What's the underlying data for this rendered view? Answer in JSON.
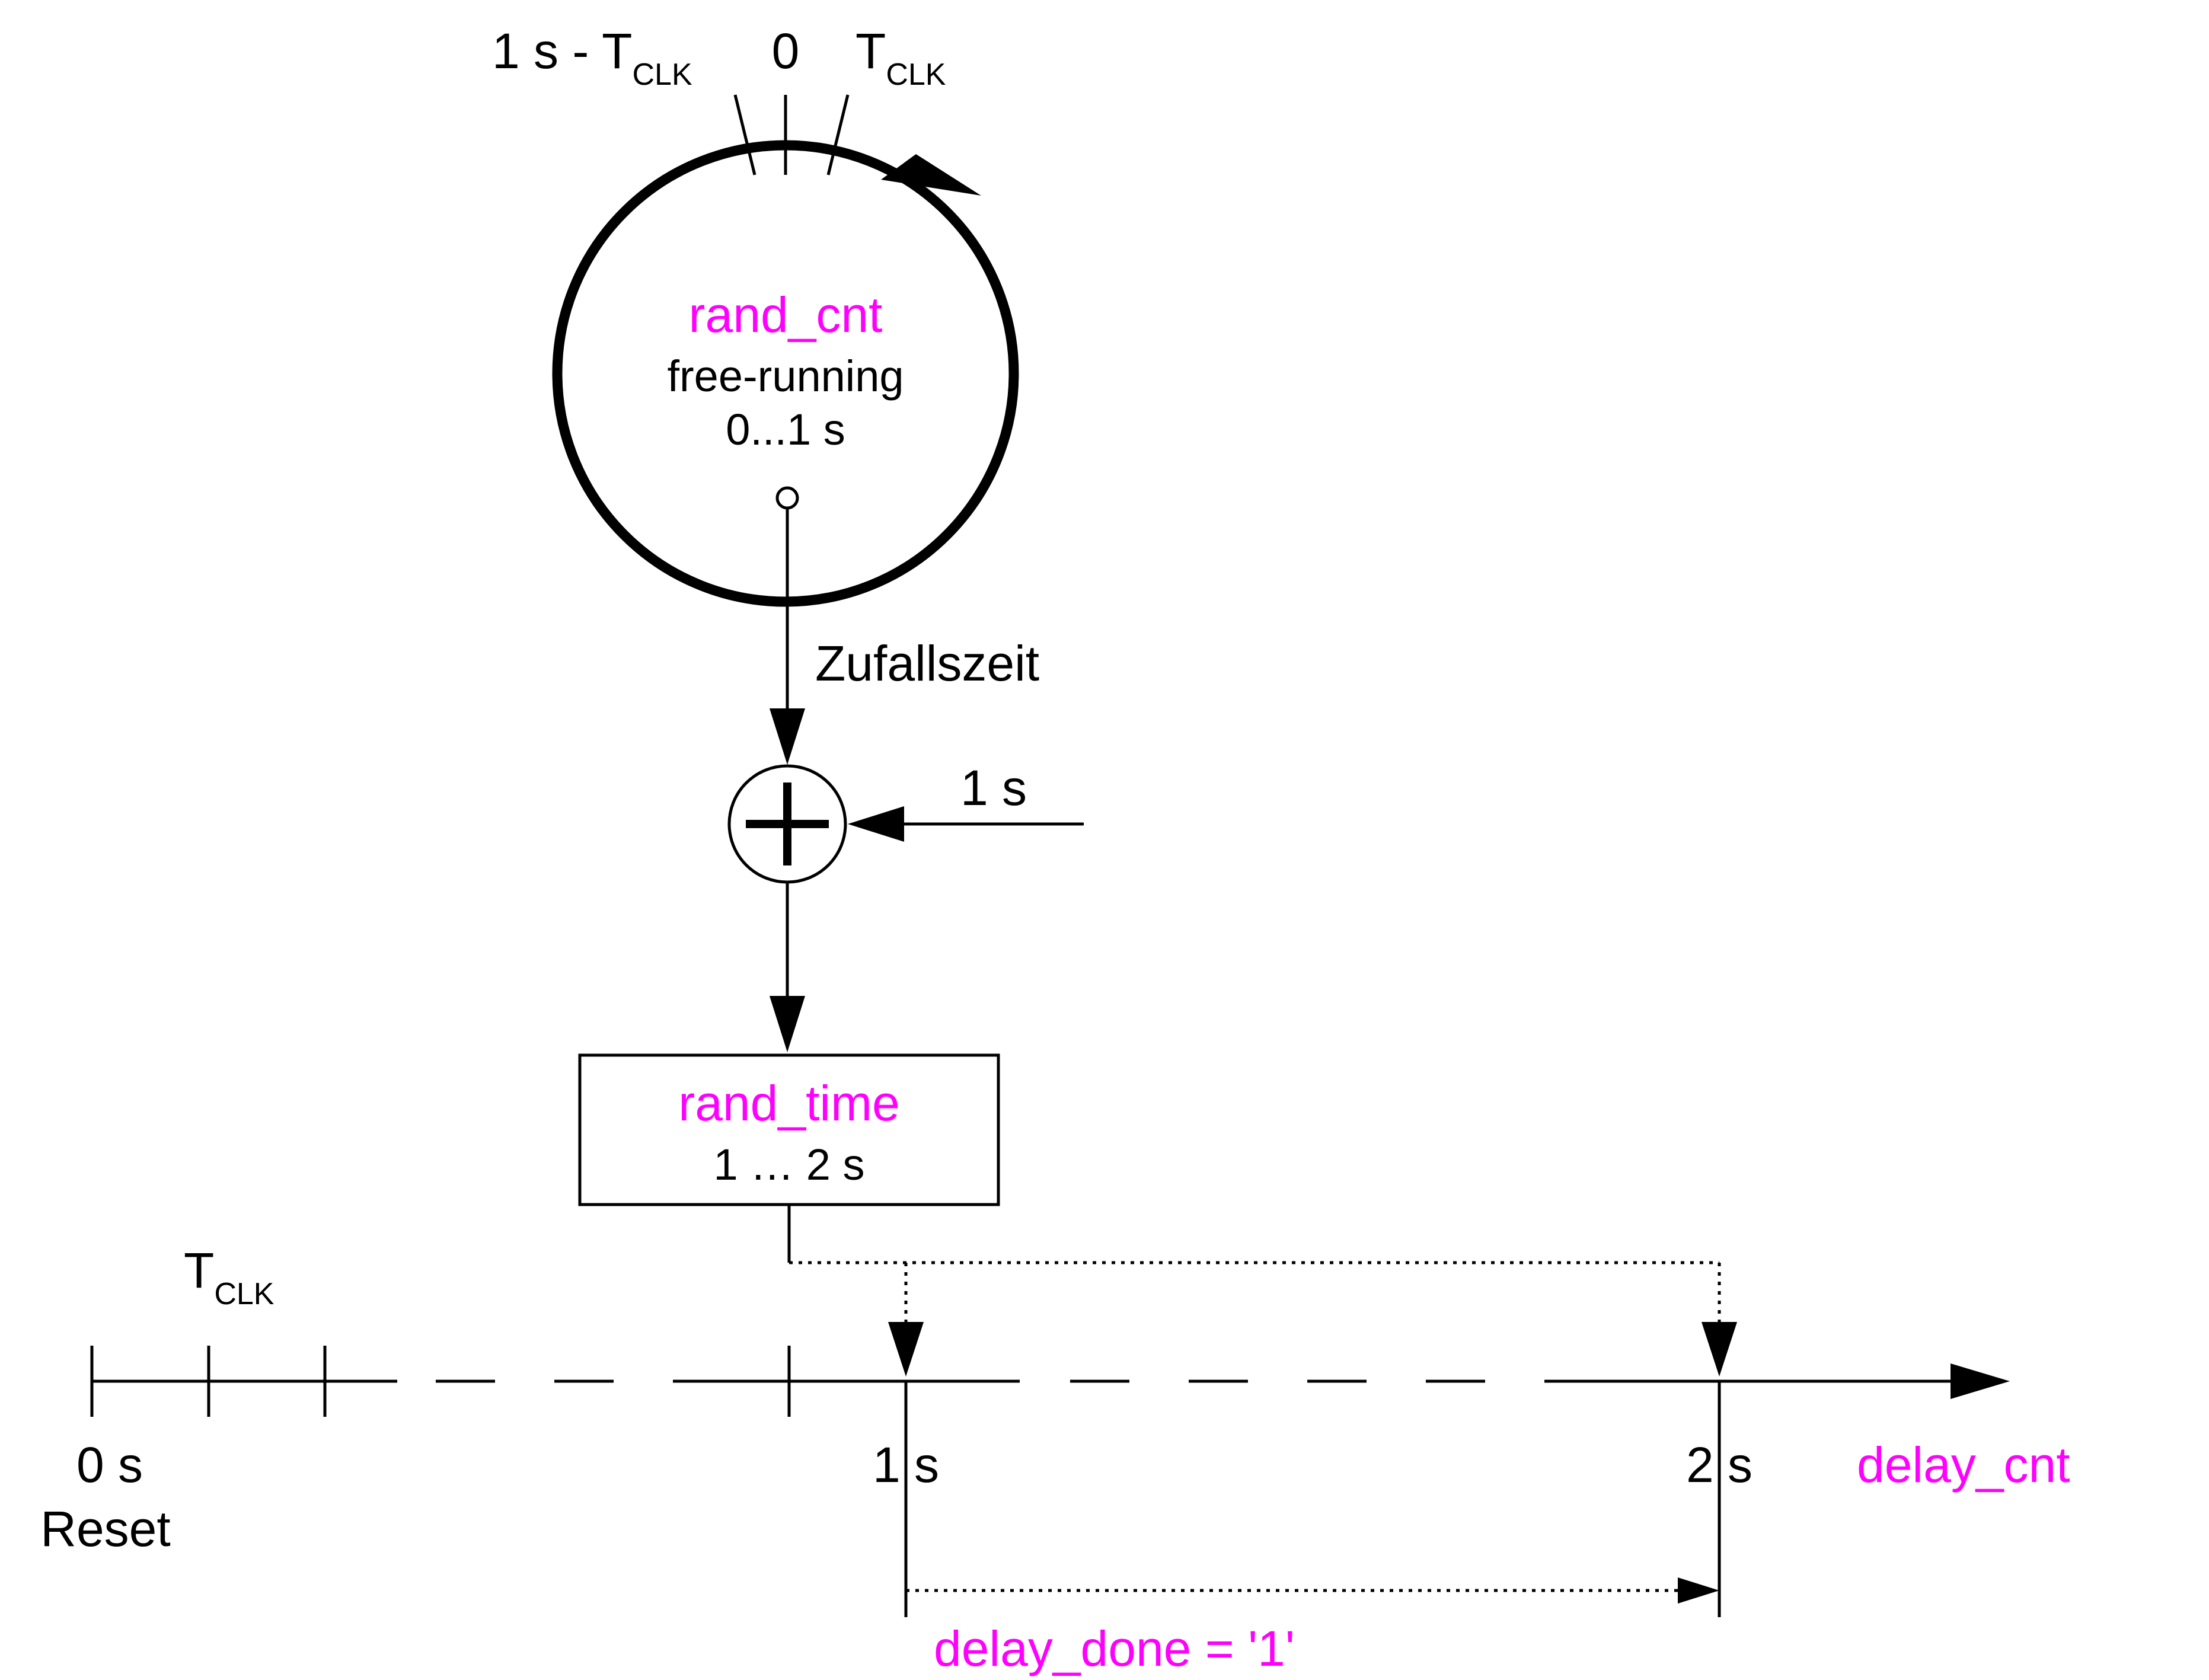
{
  "colors": {
    "highlight": "#ff00ff",
    "ink": "#000000",
    "background": "#ffffff"
  },
  "counter": {
    "name": "rand_cnt",
    "mode": "free-running",
    "range": "0...1 s",
    "tick_top_zero": "0",
    "tick_left_main": "1 s - T",
    "tick_left_sub": "CLK",
    "tick_right_main": "T",
    "tick_right_sub": "CLK"
  },
  "signal_label": "Zufallszeit",
  "adder": {
    "symbol": "+",
    "input_label": "1 s"
  },
  "register": {
    "name": "rand_time",
    "range": "1 … 2 s"
  },
  "timeline": {
    "name": "delay_cnt",
    "tclk_main": "T",
    "tclk_sub": "CLK",
    "start_value": "0 s",
    "start_event": "Reset",
    "mark_1": "1 s",
    "mark_2": "2 s"
  },
  "done_label": "delay_done = '1'"
}
